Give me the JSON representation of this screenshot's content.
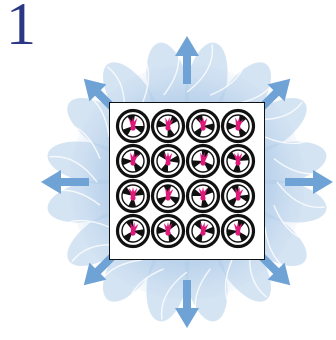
{
  "panel_number": "1",
  "arrow_directions": [
    "up",
    "up-right",
    "right",
    "down-right",
    "down",
    "down-left",
    "left",
    "up-left"
  ],
  "grid": {
    "rows": 4,
    "cols": 4
  },
  "colors": {
    "number": "#2b3684",
    "arrow": "#6fa3d6",
    "petal": "#b3cde9",
    "cell_ring": "#111111",
    "cell_mark": "#e0187a"
  }
}
